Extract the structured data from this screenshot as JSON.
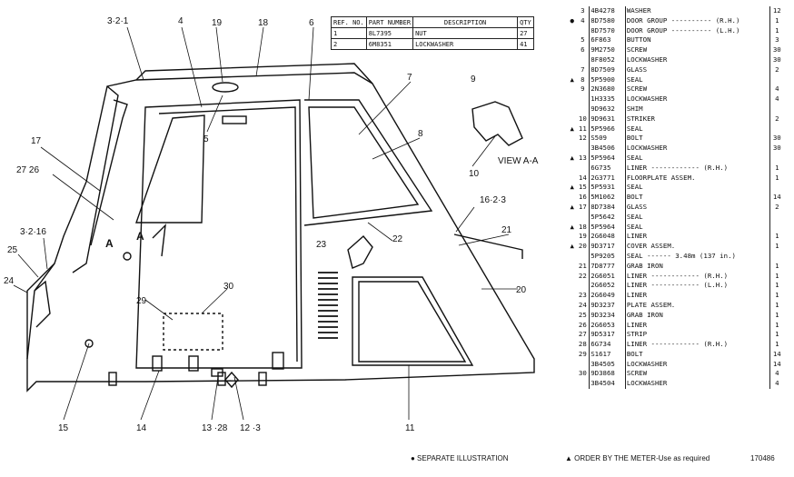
{
  "header_table": {
    "col_ref": "REF. NO.",
    "col_part": "PART NUMBER",
    "col_desc": "DESCRIPTION",
    "col_qty": "QTY",
    "rows": [
      {
        "ref": "1",
        "part": "8L7395",
        "desc": "NUT",
        "qty": "27"
      },
      {
        "ref": "2",
        "part": "6M8351",
        "desc": "LOCKWASHER",
        "qty": "41"
      }
    ]
  },
  "parts_list": [
    {
      "ref": "3",
      "part": "4B4278",
      "desc": "WASHER",
      "qty": "12",
      "mark": ""
    },
    {
      "ref": "4",
      "part": "8D7580",
      "desc": "DOOR GROUP ---------- (R.H.)",
      "qty": "1",
      "mark": "●"
    },
    {
      "ref": "",
      "part": "8D7570",
      "desc": "DOOR GROUP ---------- (L.H.)",
      "qty": "1",
      "mark": ""
    },
    {
      "ref": "5",
      "part": "6F863",
      "desc": "BUTTON",
      "qty": "3",
      "mark": ""
    },
    {
      "ref": "6",
      "part": "9M2750",
      "desc": "SCREW",
      "qty": "30",
      "mark": ""
    },
    {
      "ref": "",
      "part": "8F8052",
      "desc": "LOCKWASHER",
      "qty": "30",
      "mark": ""
    },
    {
      "ref": "7",
      "part": "8D7509",
      "desc": "GLASS",
      "qty": "2",
      "mark": ""
    },
    {
      "ref": "8",
      "part": "5P5900",
      "desc": "SEAL",
      "qty": "",
      "mark": "▲"
    },
    {
      "ref": "9",
      "part": "2N3680",
      "desc": "SCREW",
      "qty": "4",
      "mark": ""
    },
    {
      "ref": "",
      "part": "1H3335",
      "desc": "LOCKWASHER",
      "qty": "4",
      "mark": ""
    },
    {
      "ref": "",
      "part": "9D9632",
      "desc": "SHIM",
      "qty": "",
      "mark": ""
    },
    {
      "ref": "10",
      "part": "9D9631",
      "desc": "STRIKER",
      "qty": "2",
      "mark": ""
    },
    {
      "ref": "11",
      "part": "5P5966",
      "desc": "SEAL",
      "qty": "",
      "mark": "▲"
    },
    {
      "ref": "12",
      "part": "S509",
      "desc": "BOLT",
      "qty": "30",
      "mark": ""
    },
    {
      "ref": "",
      "part": "3B4506",
      "desc": "LOCKWASHER",
      "qty": "30",
      "mark": ""
    },
    {
      "ref": "13",
      "part": "5P5964",
      "desc": "SEAL",
      "qty": "",
      "mark": "▲"
    },
    {
      "ref": "",
      "part": "6G735",
      "desc": "LINER ------------ (R.H.)",
      "qty": "1",
      "mark": ""
    },
    {
      "ref": "14",
      "part": "2G3771",
      "desc": "FLOORPLATE ASSEM.",
      "qty": "1",
      "mark": ""
    },
    {
      "ref": "15",
      "part": "5P5931",
      "desc": "SEAL",
      "qty": "",
      "mark": "▲"
    },
    {
      "ref": "16",
      "part": "5M1062",
      "desc": "BOLT",
      "qty": "14",
      "mark": ""
    },
    {
      "ref": "17",
      "part": "8D7384",
      "desc": "GLASS",
      "qty": "2",
      "mark": "▲"
    },
    {
      "ref": "",
      "part": "5P5642",
      "desc": "SEAL",
      "qty": "",
      "mark": ""
    },
    {
      "ref": "18",
      "part": "5P5964",
      "desc": "SEAL",
      "qty": "",
      "mark": "▲"
    },
    {
      "ref": "19",
      "part": "2G6048",
      "desc": "LINER",
      "qty": "1",
      "mark": ""
    },
    {
      "ref": "20",
      "part": "9D3717",
      "desc": "COVER ASSEM.",
      "qty": "1",
      "mark": "▲"
    },
    {
      "ref": "",
      "part": "5P9205",
      "desc": "SEAL ------ 3.48m (137 in.)",
      "qty": "",
      "mark": ""
    },
    {
      "ref": "21",
      "part": "7D8777",
      "desc": "GRAB IRON",
      "qty": "1",
      "mark": ""
    },
    {
      "ref": "22",
      "part": "2G6051",
      "desc": "LINER ------------ (R.H.)",
      "qty": "1",
      "mark": ""
    },
    {
      "ref": "",
      "part": "2G6052",
      "desc": "LINER ------------ (L.H.)",
      "qty": "1",
      "mark": ""
    },
    {
      "ref": "23",
      "part": "2G6049",
      "desc": "LINER",
      "qty": "1",
      "mark": ""
    },
    {
      "ref": "24",
      "part": "9D3237",
      "desc": "PLATE ASSEM.",
      "qty": "1",
      "mark": ""
    },
    {
      "ref": "25",
      "part": "9D3234",
      "desc": "GRAB IRON",
      "qty": "1",
      "mark": ""
    },
    {
      "ref": "26",
      "part": "2G6053",
      "desc": "LINER",
      "qty": "1",
      "mark": ""
    },
    {
      "ref": "27",
      "part": "9D5317",
      "desc": "STRIP",
      "qty": "1",
      "mark": ""
    },
    {
      "ref": "28",
      "part": "6G734",
      "desc": "LINER ------------ (R.H.)",
      "qty": "1",
      "mark": ""
    },
    {
      "ref": "29",
      "part": "S1617",
      "desc": "BOLT",
      "qty": "14",
      "mark": ""
    },
    {
      "ref": "",
      "part": "3B4505",
      "desc": "LOCKWASHER",
      "qty": "14",
      "mark": ""
    },
    {
      "ref": "30",
      "part": "9D3868",
      "desc": "SCREW",
      "qty": "4",
      "mark": ""
    },
    {
      "ref": "",
      "part": "3B4504",
      "desc": "LOCKWASHER",
      "qty": "4",
      "mark": ""
    }
  ],
  "callouts": {
    "c3_2_1": "3·2·1",
    "c4": "4",
    "c19": "19",
    "c18": "18",
    "c6": "6",
    "c7": "7",
    "c9": "9",
    "c5": "5",
    "c8": "8",
    "c17": "17",
    "c27_26": "27 26",
    "c10": "10",
    "view": "VIEW A-A",
    "c16_2_3": "16·2·3",
    "c3_2_16": "3·2·16",
    "c25": "25",
    "c24": "24",
    "c21": "21",
    "c22": "22",
    "c23": "23",
    "c20": "20",
    "c29": "29",
    "c30": "30",
    "c15": "15",
    "c14": "14",
    "c13_28": "13 ·28",
    "c12_3": "12 ·3",
    "c11": "11",
    "a1": "A",
    "a2": "A"
  },
  "footer": {
    "separate": "● SEPARATE ILLUSTRATION",
    "order": "▲ ORDER BY THE METER-Use as required",
    "code": "170486"
  }
}
